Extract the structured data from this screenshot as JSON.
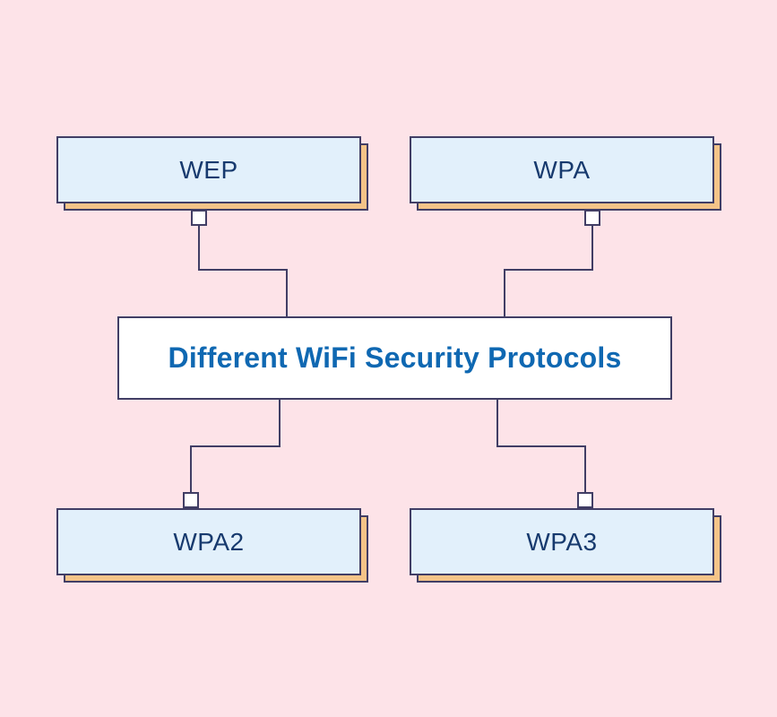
{
  "diagram": {
    "title": "Different WiFi Security Protocols",
    "nodes": [
      {
        "id": "wep",
        "label": "WEP"
      },
      {
        "id": "wpa",
        "label": "WPA"
      },
      {
        "id": "wpa2",
        "label": "WPA2"
      },
      {
        "id": "wpa3",
        "label": "WPA3"
      }
    ],
    "colors": {
      "background": "#fde3e8",
      "node_fill": "#e2f0fb",
      "node_border": "#413e65",
      "node_shadow": "#f4c488",
      "node_label_text": "#173a6e",
      "title_fill": "#ffffff",
      "title_text": "#0f68b2",
      "connector_line": "#413e65",
      "handle_fill": "#ffffff"
    }
  }
}
